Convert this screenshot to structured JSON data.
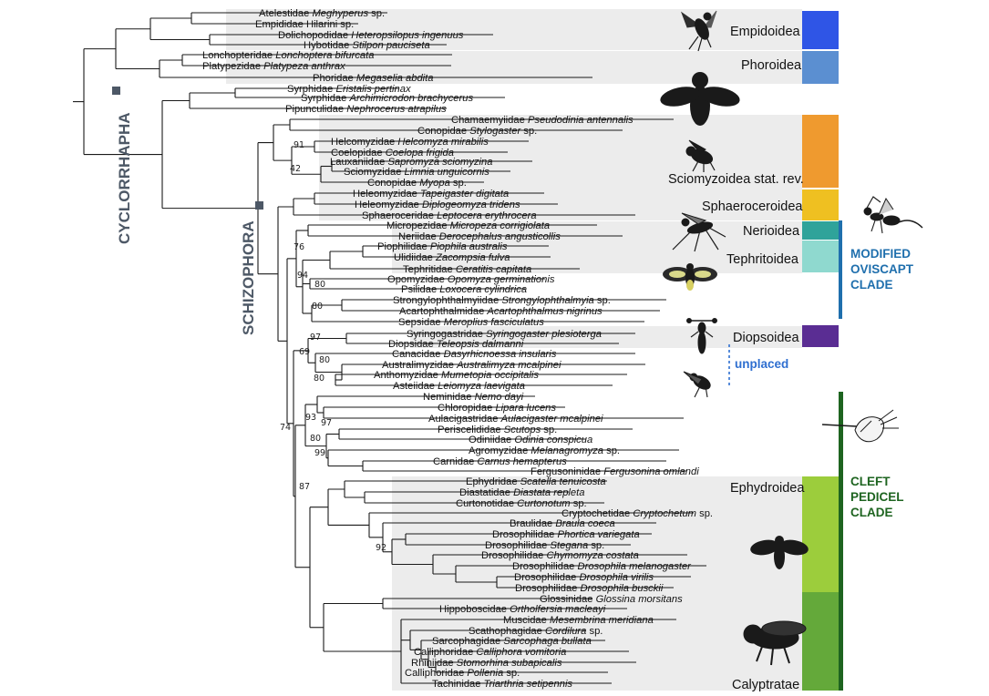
{
  "taxa": [
    {
      "family": "Atelestidae",
      "species": "Meghyperus",
      "suffix": " sp."
    },
    {
      "family": "Empididae",
      "species": "",
      "suffix": "Hilarini sp."
    },
    {
      "family": "Dolichopodidae",
      "species": "Heteropsilopus ingenuus",
      "suffix": ""
    },
    {
      "family": "Hybotidae",
      "species": "Stilpon pauciseta",
      "suffix": ""
    },
    {
      "family": "Lonchopteridae",
      "species": "Lonchoptera bifurcata",
      "suffix": ""
    },
    {
      "family": "Platypezidae",
      "species": "Platypeza anthrax",
      "suffix": ""
    },
    {
      "family": "Phoridae",
      "species": "Megaselia abdita",
      "suffix": ""
    },
    {
      "family": "Syrphidae",
      "species": "Eristalis pertinax",
      "suffix": ""
    },
    {
      "family": "Syrphidae",
      "species": "Archimicrodon brachycerus",
      "suffix": ""
    },
    {
      "family": "Pipunculidae",
      "species": "Nephrocerus atrapilus",
      "suffix": ""
    },
    {
      "family": "Chamaemyiidae",
      "species": "Pseudodinia antennalis",
      "suffix": ""
    },
    {
      "family": "Conopidae",
      "species": "Stylogaster",
      "suffix": " sp."
    },
    {
      "family": "Helcomyzidae",
      "species": "Helcomyza mirabilis",
      "suffix": ""
    },
    {
      "family": "Coelopidae",
      "species": "Coelopa frigida",
      "suffix": ""
    },
    {
      "family": "Lauxaniidae",
      "species": "Sapromyza sciomyzina",
      "suffix": ""
    },
    {
      "family": "Sciomyzidae",
      "species": "Limnia unguicornis",
      "suffix": ""
    },
    {
      "family": "Conopidae",
      "species": "Myopa",
      "suffix": " sp."
    },
    {
      "family": "Heleomyzidae",
      "species": "Tapeigaster digitata",
      "suffix": ""
    },
    {
      "family": "Heleomyzidae",
      "species": "Diplogeomyza tridens",
      "suffix": ""
    },
    {
      "family": "Sphaeroceridae",
      "species": "Leptocera erythrocera",
      "suffix": ""
    },
    {
      "family": "Micropezidae",
      "species": "Micropeza corrigiolata",
      "suffix": ""
    },
    {
      "family": "Neriidae",
      "species": "Derocephalus angusticollis",
      "suffix": ""
    },
    {
      "family": "Piophilidae",
      "species": "Piophila australis",
      "suffix": ""
    },
    {
      "family": "Ulidiidae",
      "species": "Zacompsia fulva",
      "suffix": ""
    },
    {
      "family": "Tephritidae",
      "species": "Ceratitis capitata",
      "suffix": ""
    },
    {
      "family": "Opomyzidae",
      "species": "Opomyza germinationis",
      "suffix": ""
    },
    {
      "family": "Psilidae",
      "species": "Loxocera cylindrica",
      "suffix": ""
    },
    {
      "family": "Strongylophthalmyiidae",
      "species": "Strongylophthalmyia",
      "suffix": " sp."
    },
    {
      "family": "Acartophthalmidae",
      "species": "Acartophthalmus nigrinus",
      "suffix": ""
    },
    {
      "family": "Sepsidae",
      "species": "Meroplius fasciculatus",
      "suffix": ""
    },
    {
      "family": "Syringogastridae",
      "species": "Syringogaster plesioterga",
      "suffix": ""
    },
    {
      "family": "Diopsidae",
      "species": "Teleopsis dalmanni",
      "suffix": ""
    },
    {
      "family": "Canacidae",
      "species": "Dasyrhicnoessa insularis",
      "suffix": ""
    },
    {
      "family": "Australimyzidae",
      "species": "Australimyza mcalpinei",
      "suffix": ""
    },
    {
      "family": "Anthomyzidae",
      "species": "Mumetopia occipitalis",
      "suffix": ""
    },
    {
      "family": "Asteiidae",
      "species": "Leiomyza laevigata",
      "suffix": ""
    },
    {
      "family": "Neminidae",
      "species": "Nemo dayi",
      "suffix": ""
    },
    {
      "family": "Chloropidae",
      "species": "Lipara lucens",
      "suffix": ""
    },
    {
      "family": "Aulacigastridae",
      "species": "Aulacigaster mcalpinei",
      "suffix": ""
    },
    {
      "family": "Periscelididae",
      "species": "Scutops",
      "suffix": " sp."
    },
    {
      "family": "Odiniidae",
      "species": "Odinia conspicua",
      "suffix": ""
    },
    {
      "family": "Agromyzidae",
      "species": "Melanagromyza",
      "suffix": " sp."
    },
    {
      "family": "Carnidae",
      "species": "Carnus hemapterus",
      "suffix": ""
    },
    {
      "family": "Fergusoninidae",
      "species": "Fergusonina omlandi",
      "suffix": ""
    },
    {
      "family": "Ephydridae",
      "species": "Scatella tenuicosta",
      "suffix": ""
    },
    {
      "family": "Diastatidae",
      "species": "Diastata repleta",
      "suffix": ""
    },
    {
      "family": "Curtonotidae",
      "species": "Curtonotum",
      "suffix": " sp."
    },
    {
      "family": "Cryptochetidae",
      "species": "Cryptochetum",
      "suffix": " sp."
    },
    {
      "family": "Braulidae",
      "species": "Braula coeca",
      "suffix": ""
    },
    {
      "family": "Drosophilidae",
      "species": "Phortica variegata",
      "suffix": ""
    },
    {
      "family": "Drosophilidae",
      "species": "Stegana",
      "suffix": " sp."
    },
    {
      "family": "Drosophilidae",
      "species": "Chymomyza costata",
      "suffix": ""
    },
    {
      "family": "Drosophilidae",
      "species": "Drosophila melanogaster",
      "suffix": ""
    },
    {
      "family": "Drosophilidae",
      "species": "Drosophila virilis",
      "suffix": ""
    },
    {
      "family": "Drosophilidae",
      "species": "Drosophila busckii",
      "suffix": ""
    },
    {
      "family": "Glossinidae",
      "species": "Glossina morsitans",
      "suffix": ""
    },
    {
      "family": "Hippoboscidae",
      "species": "Ortholfersia macleayi",
      "suffix": ""
    },
    {
      "family": "Muscidae",
      "species": "Mesembrina meridiana",
      "suffix": ""
    },
    {
      "family": "Scathophagidae",
      "species": "Cordilura",
      "suffix": " sp."
    },
    {
      "family": "Sarcophagidae",
      "species": "Sarcophaga bullata",
      "suffix": ""
    },
    {
      "family": "Calliphoridae",
      "species": "Calliphora vomitoria",
      "suffix": ""
    },
    {
      "family": "Rhiniidae",
      "species": "Stomorhina subapicalis",
      "suffix": ""
    },
    {
      "family": "Calliphoridae",
      "species": "Pollenia",
      "suffix": " sp."
    },
    {
      "family": "Tachinidae",
      "species": "Triarthria setipennis",
      "suffix": ""
    }
  ],
  "support_values": [
    "91",
    "42",
    "76",
    "94",
    "80",
    "80",
    "97",
    "69",
    "80",
    "80",
    "93",
    "97",
    "80",
    "99",
    "87",
    "92",
    "74"
  ],
  "major_clades": {
    "cyclorrhapha": "CYCLORRHAPHA",
    "schizophora": "SCHIZOPHORA"
  },
  "groups": {
    "empidoidea": "Empidoidea",
    "phoroidea": "Phoroidea",
    "sciomyzoidea": "Sciomyzoidea stat. rev.",
    "sphaeroceroidea": "Sphaeroceroidea",
    "nerioidea": "Nerioidea",
    "tephritoidea": "Tephritoidea",
    "diopsoidea": "Diopsoidea",
    "ephydroidea": "Ephydroidea",
    "calyptratae": "Calyptratae"
  },
  "clade_labels": {
    "modified_oviscapt": [
      "MODIFIED",
      "OVISCAPT",
      "CLADE"
    ],
    "unplaced": "unplaced",
    "cleft_pedicel": [
      "CLEFT",
      "PEDICEL",
      "CLADE"
    ]
  },
  "colors": {
    "empidoidea": "#2f55e6",
    "phoroidea": "#5b8fd1",
    "sciomyzoidea": "#ef9a2f",
    "sphaeroceroidea": "#efc021",
    "nerioidea": "#2fa39a",
    "tephritoidea": "#8fd9cf",
    "diopsoidea": "#5a2d93",
    "ephydroidea": "#9ccd3c",
    "calyptratae": "#64a93a",
    "modified_oviscapt": "#1f6fad",
    "unplaced": "#2f6fd0",
    "cleft_pedicel": "#1e6420",
    "shade": "#ececec",
    "branch": "#1a1a1a",
    "node_marker": "#4d5866"
  },
  "icons": [
    "empidid-fly-icon",
    "hover-fly-icon",
    "sciomyzid-fly-icon",
    "wasp-silhouette-icon",
    "stilt-legged-fly-icon",
    "tephritid-fly-icon",
    "stalk-eyed-fly-icon",
    "small-acalyptrate-fly-icon",
    "antenna-pedicel-icon",
    "drosophila-fly-icon",
    "calyptrate-fly-icon"
  ]
}
